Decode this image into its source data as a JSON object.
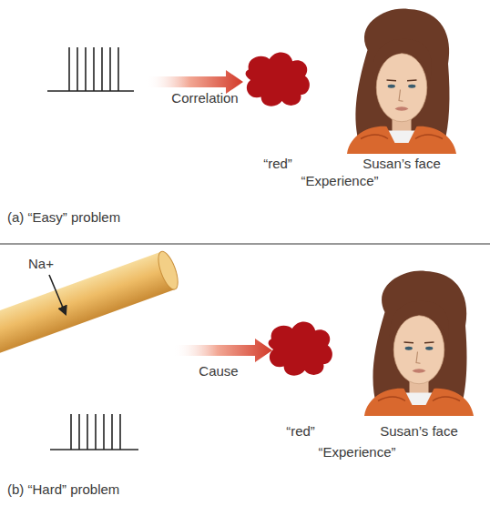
{
  "diagram": {
    "labels": [
      "Correlation",
      "“red”",
      "Susan’s face",
      "“Experience”",
      "(a) “Easy” problem",
      "Na+",
      "Cause",
      "“red”",
      "Susan’s face",
      "“Experience”",
      "(b) “Hard” problem"
    ]
  }
}
